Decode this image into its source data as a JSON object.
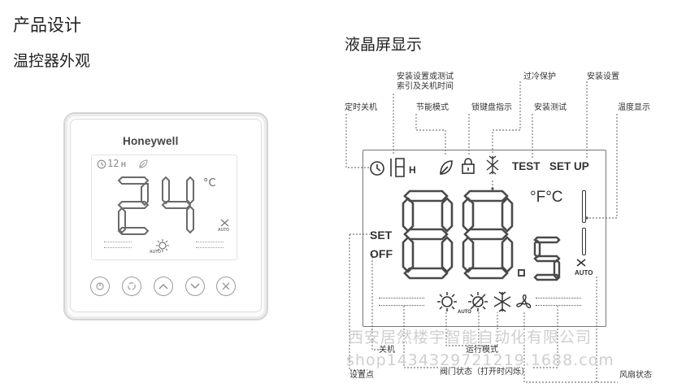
{
  "headings": {
    "product_design": "产品设计",
    "appearance": "温控器外观",
    "lcd_display": "液晶屏显示"
  },
  "device": {
    "brand": "Honeywell",
    "time_value": "12",
    "time_unit": "H",
    "temperature": "24",
    "unit": "°C",
    "fan_auto": "AUTO",
    "valve_auto": "AUTO",
    "buttons": [
      "power-icon",
      "mode-cycle-icon",
      "chevron-up-icon",
      "chevron-down-icon",
      "fan-icon"
    ]
  },
  "lcd": {
    "hour_value": "18",
    "hour_unit": "H",
    "test": "TEST",
    "setup": "SET UP",
    "main_digits": "88",
    "decimal_digit": "5",
    "unit": "°F°C",
    "set": "SET",
    "off": "OFF",
    "fan_auto": "AUTO",
    "mode_auto": "AUTO"
  },
  "labels": {
    "install_setting_query": "安装设置或测试",
    "index_shutdown_time": "索引及关机时间",
    "overcool_protect": "过冷保护",
    "install_setting": "安装设置",
    "timer_off": "定时关机",
    "energy_mode": "节能模式",
    "keypad_lock": "锁键盘指示",
    "install_test": "安装测试",
    "temp_display": "温度显示",
    "shutdown": "关机",
    "run_mode": "运行模式",
    "set_point": "设置点",
    "valve_status": "阀门状态（打开时闪烁）",
    "fan_status": "风扇状态"
  },
  "watermark": {
    "company": "西安居然楼宇智能自动化有限公司",
    "shop": "shop1434329721219.1688.com"
  },
  "colors": {
    "line": "#555555",
    "segment": "#4a4a4a",
    "device_segment": "#6a6a6a"
  }
}
